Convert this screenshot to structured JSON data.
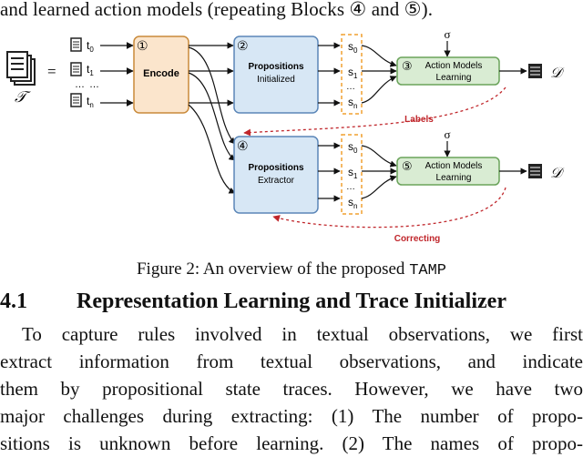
{
  "top_line": "and learned action models (repeating Blocks ④ and ⑤).",
  "diagram": {
    "trace_symbol": "𝒯",
    "equals": "=",
    "text_items": [
      "t",
      "t",
      "t"
    ],
    "text_subs": [
      "0",
      "1",
      "n"
    ],
    "ellipsis": "…",
    "encode_num": "①",
    "encode_label": "Encode",
    "block2_num": "②",
    "block2_label_1": "Propositions",
    "block2_label_2": "Initialized",
    "block4_num": "④",
    "block4_label_1": "Propositions",
    "block4_label_2": "Extractor",
    "state": "s",
    "state_subs": [
      "0",
      "1",
      "n"
    ],
    "sigma": "σ",
    "block3_num": "③",
    "block3_label_1": "Action Models",
    "block3_label_2": "Learning",
    "block5_num": "⑤",
    "block5_label_1": "Action Models",
    "block5_label_2": "Learning",
    "output_symbol": "𝒟",
    "labels_text": "Labels",
    "correcting_text": "Correcting",
    "colors": {
      "encode_fill": "#fbe5cc",
      "encode_stroke": "#c98a3a",
      "prop_fill": "#d7e7f5",
      "prop_stroke": "#5b86b8",
      "action_fill": "#d9ecd3",
      "action_stroke": "#6aa35a",
      "state_stroke": "#f0a030",
      "dashed_red": "#c0262b"
    }
  },
  "caption_prefix": "Figure 2: An overview of the proposed ",
  "caption_code": "TAMP",
  "section_number": "4.1",
  "section_title": "Representation Learning and Trace Initializer",
  "paragraph": [
    "To capture rules involved in textual observations, we first",
    "extract information from textual observations, and indicate",
    "them by propositional state traces.  However, we have two",
    "major challenges during extracting: (1) The number of propo-",
    "sitions is unknown before learning. (2) The names of propo-"
  ]
}
